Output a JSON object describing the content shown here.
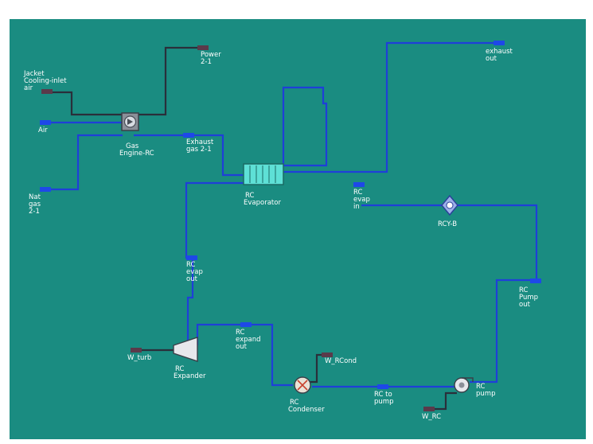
{
  "labels": {
    "jacket": [
      "Jacket",
      "Cooling-inlet",
      "air"
    ],
    "power": [
      "Power",
      "2-1"
    ],
    "air": [
      "Air"
    ],
    "natgas": [
      "Nat",
      "gas",
      "2-1"
    ],
    "gas_engine": [
      "Gas",
      "Engine-RC"
    ],
    "exhaust_gas": [
      "Exhaust",
      "gas 2-1"
    ],
    "exhaust_out": [
      "exhaust",
      "out"
    ],
    "rc_evaporator": [
      "RC",
      "Evaporator"
    ],
    "rc_evap_in": [
      "RC",
      "evap",
      "in"
    ],
    "rcy": [
      "RCY-B"
    ],
    "rc_evap_out": [
      "RC",
      "evap",
      "out"
    ],
    "rc_pump_out": [
      "RC",
      "Pump",
      "out"
    ],
    "w_turb": [
      "W_turb"
    ],
    "rc_expander": [
      "RC",
      "Expander"
    ],
    "rc_expand_out": [
      "RC",
      "expand",
      "out"
    ],
    "q_rcond": [
      "W_RCond"
    ],
    "rc_condenser": [
      "RC",
      "Condenser"
    ],
    "rc_to_pump": [
      "RC to",
      "pump"
    ],
    "rc_pump": [
      "RC",
      "pump"
    ],
    "w_rc": [
      "W_RC"
    ]
  },
  "colors": {
    "background": "#1a8c81",
    "material_stream": "#1f3fd8",
    "energy_stream": "#2a2f3a"
  }
}
